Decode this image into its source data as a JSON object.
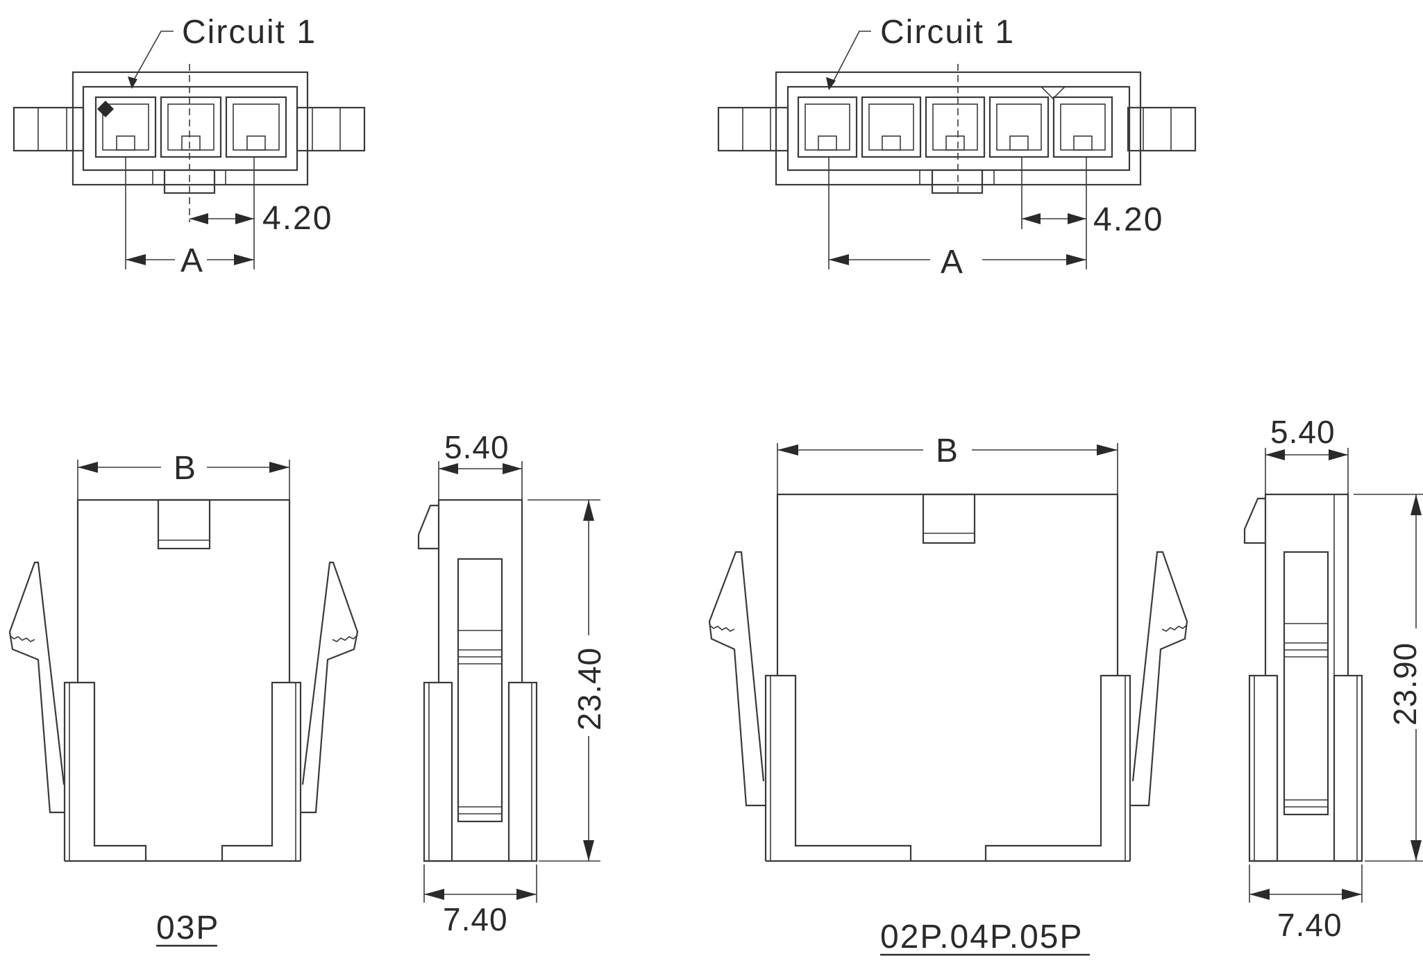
{
  "labels": {
    "circuit_left": "Circuit 1",
    "circuit_right": "Circuit 1",
    "pitch_left": "4.20",
    "pitch_right": "4.20",
    "dim_a_left": "A",
    "dim_a_right": "A",
    "dim_b_left": "B",
    "dim_b_right": "B",
    "top_width_left": "5.40",
    "top_width_right": "5.40",
    "height_left": "23.40",
    "height_right": "23.90",
    "bottom_width_left": "7.40",
    "bottom_width_right": "7.40",
    "caption_left": "03P",
    "caption_right": "02P.04P.05P"
  }
}
